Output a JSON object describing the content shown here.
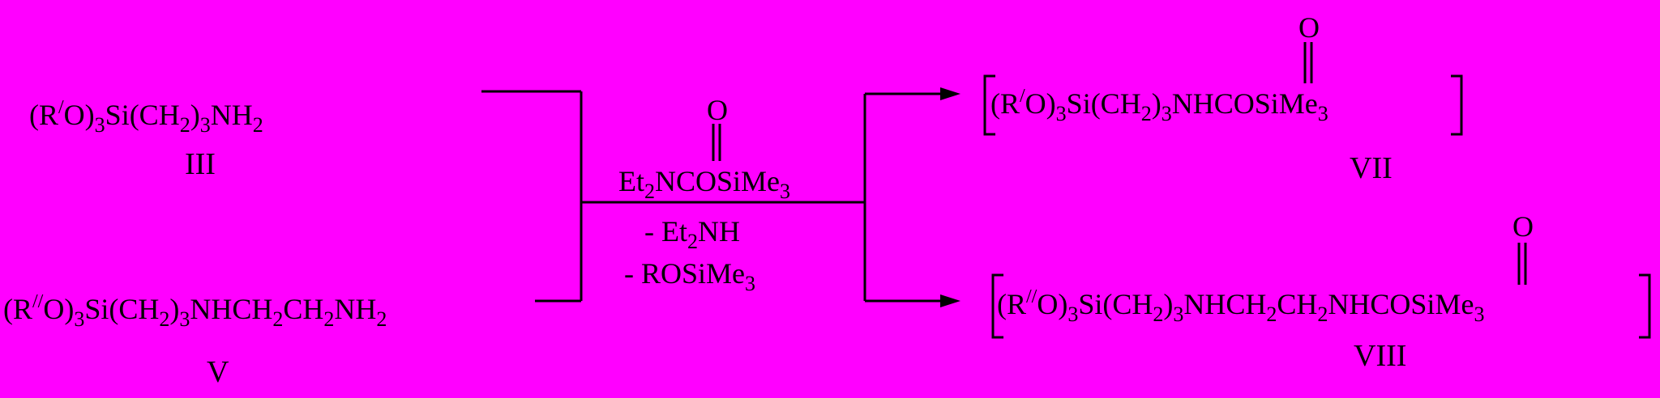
{
  "reactant_1": {
    "prefix": "(R",
    "mark": "/",
    "body": "O)",
    "n1": "3",
    "mid": "Si(CH",
    "n2": "2",
    "mid2": ")",
    "n3": "3",
    "tail": "NH",
    "n4": "2"
  },
  "reactant_1_label": "III",
  "reactant_2": {
    "prefix": "(R",
    "mark": "//",
    "body": "O)",
    "n1": "3",
    "mid": "Si(CH",
    "n2": "2",
    "mid2": ")",
    "n3": "3",
    "mid3": "NHCH",
    "n4": "2",
    "mid4": "CH",
    "n5": "2",
    "tail": "NH",
    "n6": "2"
  },
  "reactant_2_label": "V",
  "reagent": {
    "carbonyl_o": "O",
    "a": "Et",
    "n1": "2",
    "b": "NCOSiMe",
    "n2": "3"
  },
  "byproducts": {
    "line1_a": "- Et",
    "line1_n": "2",
    "line1_b": "NH",
    "line2_a": "- ROSiMe",
    "line2_n": "3"
  },
  "product_1": {
    "carbonyl_o": "O",
    "prefix": "(R",
    "mark": "/",
    "body": "O)",
    "n1": "3",
    "mid": "Si(CH",
    "n2": "2",
    "mid2": ")",
    "n3": "3",
    "tail": "NHCOSiMe",
    "n4": "3"
  },
  "product_1_label": "VII",
  "product_2": {
    "carbonyl_o": "O",
    "prefix": "(R",
    "mark": "//",
    "body": "O)",
    "n1": "3",
    "mid": "Si(CH",
    "n2": "2",
    "mid2": ")",
    "n3": "3",
    "mid3": "NHCH",
    "n4": "2",
    "mid4": "CH",
    "n5": "2",
    "tail": "NHCOSiMe",
    "n6": "3"
  },
  "product_2_label": "VIII",
  "colors": {
    "background": "#FF00FF",
    "ink": "#000000"
  }
}
